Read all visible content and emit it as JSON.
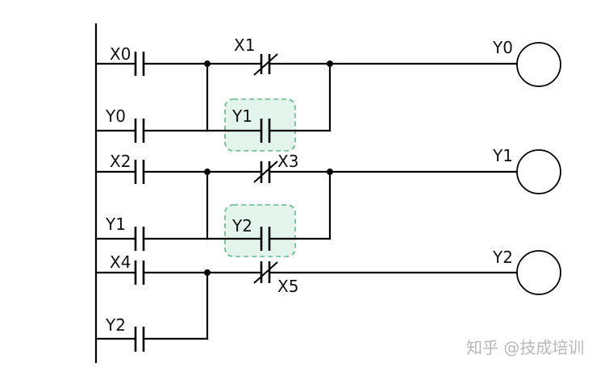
{
  "diagram": {
    "type": "PLC ladder diagram",
    "rungs": [
      {
        "coil": "Y0",
        "main_contact": {
          "label": "X0",
          "type": "NO"
        },
        "latch_contact": {
          "label": "Y0",
          "type": "NO"
        },
        "series_contact": {
          "label": "X1",
          "type": "NC"
        },
        "parallel_contact": {
          "label": "Y1",
          "type": "NO",
          "highlighted": true
        }
      },
      {
        "coil": "Y1",
        "main_contact": {
          "label": "X2",
          "type": "NO"
        },
        "latch_contact": {
          "label": "Y1",
          "type": "NO"
        },
        "series_contact": {
          "label": "X3",
          "type": "NC"
        },
        "parallel_contact": {
          "label": "Y2",
          "type": "NO",
          "highlighted": true
        }
      },
      {
        "coil": "Y2",
        "main_contact": {
          "label": "X4",
          "type": "NO"
        },
        "latch_contact": {
          "label": "Y2",
          "type": "NO"
        },
        "series_contact": {
          "label": "X5",
          "type": "NC"
        }
      }
    ],
    "highlight_color": "#5fb98a"
  },
  "watermark": "知乎 @技成培训"
}
